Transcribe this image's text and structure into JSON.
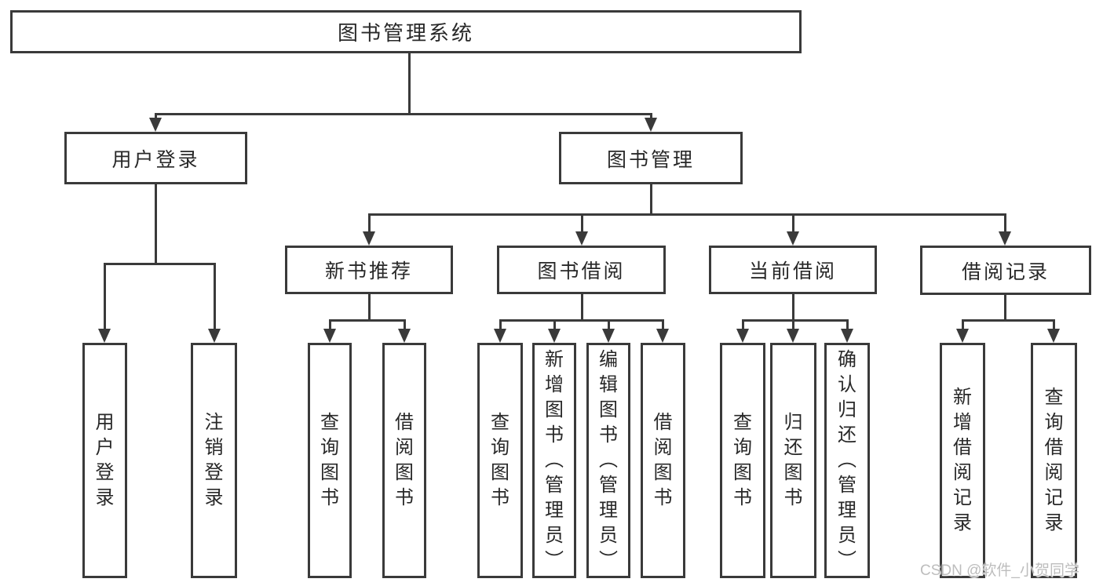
{
  "diagram_title": "图书管理系统",
  "colors": {
    "background": "#ffffff",
    "line": "#3a3a3a",
    "text": "#282828",
    "watermark": "#bdbdbd"
  },
  "tree": {
    "label": "图书管理系统",
    "children": [
      {
        "label": "用户登录",
        "children": [
          {
            "label": "用户登录"
          },
          {
            "label": "注销登录"
          }
        ]
      },
      {
        "label": "图书管理",
        "children": [
          {
            "label": "新书推荐",
            "children": [
              {
                "label": "查询图书"
              },
              {
                "label": "借阅图书"
              }
            ]
          },
          {
            "label": "图书借阅",
            "children": [
              {
                "label": "查询图书"
              },
              {
                "label": "新增图书（管理员）"
              },
              {
                "label": "编辑图书（管理员）"
              },
              {
                "label": "借阅图书"
              }
            ]
          },
          {
            "label": "当前借阅",
            "children": [
              {
                "label": "查询图书"
              },
              {
                "label": "归还图书"
              },
              {
                "label": "确认归还（管理员）"
              }
            ]
          },
          {
            "label": "借阅记录",
            "children": [
              {
                "label": "新增借阅记录"
              },
              {
                "label": "查询借阅记录"
              }
            ]
          }
        ]
      }
    ]
  },
  "watermark": {
    "text": "CSDN @软件_小贺同学"
  }
}
